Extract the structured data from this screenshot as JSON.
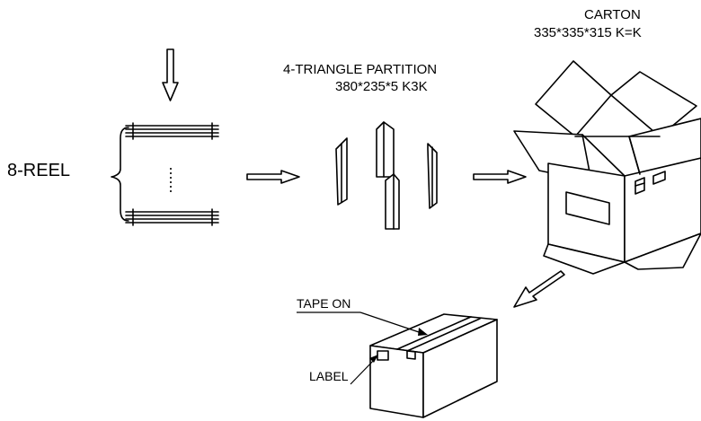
{
  "carton": {
    "title": "CARTON",
    "spec": "335*335*315  K=K"
  },
  "partition": {
    "title": "4-TRIANGLE PARTITION",
    "spec": "380*235*5  K3K"
  },
  "reel": {
    "label": "8-REEL"
  },
  "packed_box": {
    "tape_label": "TAPE  ON",
    "label_label": "LABEL"
  },
  "colors": {
    "line": "#000000",
    "background": "#ffffff"
  }
}
